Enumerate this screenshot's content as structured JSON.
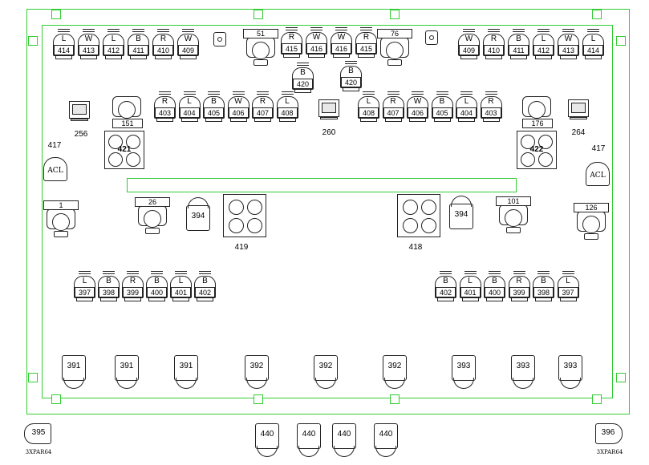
{
  "diagram": {
    "top_row_left": [
      {
        "color": "L",
        "unit": "414"
      },
      {
        "color": "W",
        "unit": "413"
      },
      {
        "color": "L",
        "unit": "412"
      },
      {
        "color": "B",
        "unit": "411"
      },
      {
        "color": "R",
        "unit": "410"
      },
      {
        "color": "W",
        "unit": "409"
      }
    ],
    "top_row_center": [
      {
        "color": "R",
        "unit": "415"
      },
      {
        "color": "W",
        "unit": "416"
      },
      {
        "color": "W",
        "unit": "416"
      },
      {
        "color": "R",
        "unit": "415"
      }
    ],
    "top_row_right": [
      {
        "color": "W",
        "unit": "409"
      },
      {
        "color": "R",
        "unit": "410"
      },
      {
        "color": "B",
        "unit": "411"
      },
      {
        "color": "L",
        "unit": "412"
      },
      {
        "color": "W",
        "unit": "413"
      },
      {
        "color": "L",
        "unit": "414"
      }
    ],
    "top_movers": [
      "51",
      "76"
    ],
    "center_pair": [
      {
        "color": "B",
        "unit": "420"
      },
      {
        "color": "B",
        "unit": "420"
      }
    ],
    "mid_row_left": [
      {
        "color": "R",
        "unit": "403"
      },
      {
        "color": "L",
        "unit": "404"
      },
      {
        "color": "B",
        "unit": "405"
      },
      {
        "color": "W",
        "unit": "406"
      },
      {
        "color": "R",
        "unit": "407"
      },
      {
        "color": "L",
        "unit": "408"
      }
    ],
    "mid_row_right": [
      {
        "color": "L",
        "unit": "408"
      },
      {
        "color": "R",
        "unit": "407"
      },
      {
        "color": "W",
        "unit": "406"
      },
      {
        "color": "B",
        "unit": "405"
      },
      {
        "color": "L",
        "unit": "404"
      },
      {
        "color": "R",
        "unit": "403"
      }
    ],
    "scrollers": [
      "256",
      "260",
      "264"
    ],
    "mid_movers": [
      "151",
      "176"
    ],
    "quads_upper": [
      "421",
      "422"
    ],
    "acl_label": "ACL",
    "acl_units": [
      "417",
      "417"
    ],
    "lower_movers": [
      "1",
      "26",
      "101",
      "126"
    ],
    "small_cans": [
      "394",
      "394"
    ],
    "quads_lower": [
      "419",
      "418"
    ],
    "lower_row_left": [
      {
        "color": "L",
        "unit": "397"
      },
      {
        "color": "B",
        "unit": "398"
      },
      {
        "color": "R",
        "unit": "399"
      },
      {
        "color": "B",
        "unit": "400"
      },
      {
        "color": "L",
        "unit": "401"
      },
      {
        "color": "B",
        "unit": "402"
      }
    ],
    "lower_row_right": [
      {
        "color": "B",
        "unit": "402"
      },
      {
        "color": "L",
        "unit": "401"
      },
      {
        "color": "B",
        "unit": "400"
      },
      {
        "color": "R",
        "unit": "399"
      },
      {
        "color": "B",
        "unit": "398"
      },
      {
        "color": "L",
        "unit": "397"
      }
    ],
    "floor_row": [
      "391",
      "391",
      "391",
      "392",
      "392",
      "392",
      "393",
      "393",
      "393"
    ],
    "front_row": [
      "440",
      "440",
      "440",
      "440"
    ],
    "side_pars": [
      {
        "unit": "395",
        "label": "3XPAR64"
      },
      {
        "unit": "396",
        "label": "3XPAR64"
      }
    ]
  }
}
